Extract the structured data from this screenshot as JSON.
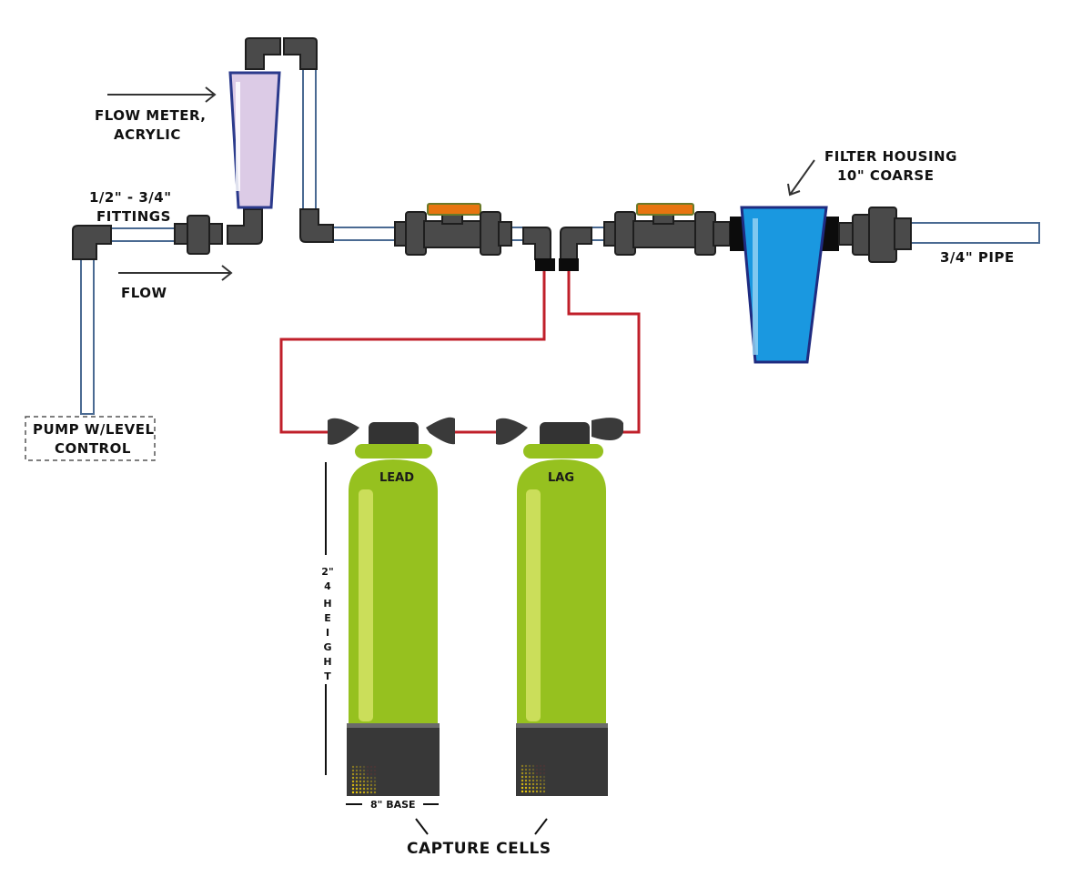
{
  "labels": {
    "flow_meter_l1": "FLOW METER,",
    "flow_meter_l2": "ACRYLIC",
    "fittings_l1": "1/2\" - 3/4\"",
    "fittings_l2": "FITTINGS",
    "flow": "FLOW",
    "pump_l1": "PUMP W/LEVEL",
    "pump_l2": "CONTROL",
    "filter_l1": "FILTER HOUSING",
    "filter_l2": "10\" COARSE",
    "pipe": "3/4\" PIPE",
    "lead": "LEAD",
    "lag": "LAG",
    "height_chars": [
      "2\"",
      "4",
      "H",
      "E",
      "I",
      "G",
      "H",
      "T"
    ],
    "base": "8\" BASE",
    "capture_cells": "CAPTURE CELLS"
  },
  "colors": {
    "pipe_outline": "#4a6a92",
    "fitting": "#4a4a4a",
    "flow_meter": "#dccbe6",
    "flow_meter_border": "#2b3a8c",
    "valve_handle": "#e87510",
    "filter_body": "#1a98e0",
    "filter_border": "#1f2b80",
    "tubing": "#c01f2a",
    "tank_body": "#96c11f",
    "tank_highlight": "#cbde5a",
    "tank_base": "#383838",
    "led_dots": "#f5d20a"
  },
  "icons": [
    "flow-meter-icon",
    "ball-valve-icon",
    "filter-housing-icon",
    "capture-cell-tank-icon",
    "arrow-icon"
  ]
}
